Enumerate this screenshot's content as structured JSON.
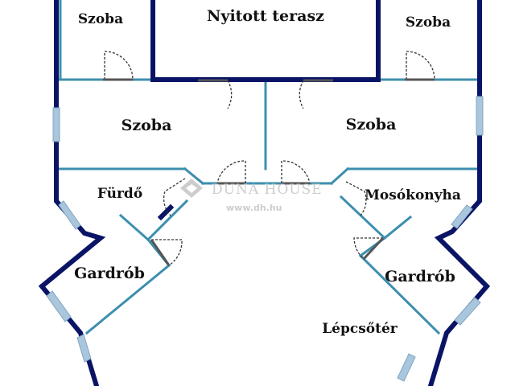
{
  "rooms": {
    "szoba_top_left": "Szoba",
    "nyitott_terasz": "Nyitott terasz",
    "szoba_top_right": "Szoba",
    "szoba_mid_left": "Szoba",
    "szoba_mid_right": "Szoba",
    "furdo": "Fürdő",
    "mosokonyha": "Mosókonyha",
    "gardrob_left": "Gardrób",
    "gardrob_right": "Gardrób",
    "lepcsoter": "Lépcsőtér"
  },
  "watermark": {
    "brand": "DUNA HOUSE",
    "url": "www.dh.hu"
  },
  "colors": {
    "outer_wall": "#0a1466",
    "inner_wall": "#3d8fae",
    "door": "#333333",
    "window": "#a9c6dd",
    "watermark": "#c8c8c8"
  }
}
